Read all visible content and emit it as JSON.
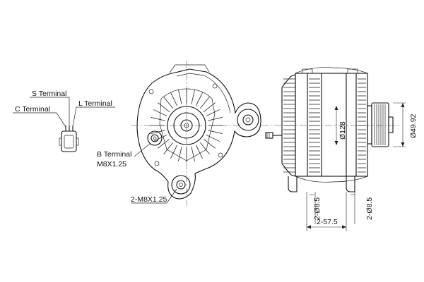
{
  "labels": {
    "s_terminal": "S Terminal",
    "c_terminal": "C Terminal",
    "l_terminal": "L Terminal",
    "b_terminal": "B Terminal",
    "b_terminal_thread": "M8X1.25",
    "mount_threads": "2-M8X1.25"
  },
  "dimensions": {
    "pulley_diameter": "Ø49.92",
    "body_diameter": "Ø128",
    "hole_left": "2-Ø8.5",
    "hole_right": "2-Ø8.5",
    "hole_spacing": "2-57.5"
  },
  "colors": {
    "line": "#111111",
    "background": "#ffffff"
  }
}
